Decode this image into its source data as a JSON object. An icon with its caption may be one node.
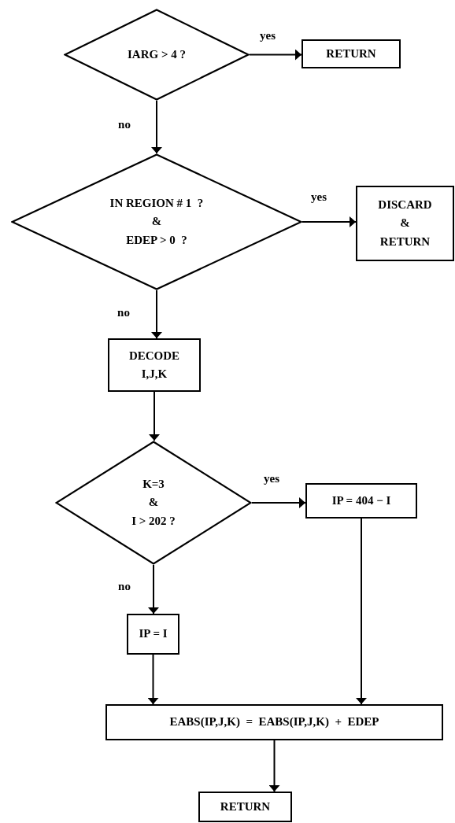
{
  "diagram": {
    "nodes": [
      {
        "text": [
          "IARG > 4 ?"
        ]
      },
      {
        "text": [
          "RETURN"
        ]
      },
      {
        "text": [
          "IN REGION # 1  ?",
          "&",
          "EDEP > 0  ?"
        ]
      },
      {
        "text": [
          "DISCARD",
          "&",
          "RETURN"
        ]
      },
      {
        "text": [
          "DECODE",
          "I,J,K"
        ]
      },
      {
        "text": [
          "K=3",
          "&",
          "I > 202 ?"
        ]
      },
      {
        "text": [
          "IP = 404 − I"
        ]
      },
      {
        "text": [
          "IP = I"
        ]
      },
      {
        "text": [
          "EABS(IP,J,K)  =  EABS(IP,J,K)  +  EDEP"
        ]
      },
      {
        "text": [
          "RETURN"
        ]
      }
    ],
    "edges": [
      {
        "from": 0,
        "to": 1,
        "arrow": "to",
        "label": "yes"
      },
      {
        "from": 0,
        "to": 2,
        "arrow": "to",
        "label": "no"
      },
      {
        "from": 2,
        "to": 3,
        "arrow": "to",
        "label": "yes"
      },
      {
        "from": 2,
        "to": 4,
        "arrow": "to",
        "label": "no"
      },
      {
        "from": 4,
        "to": 5,
        "arrow": "to"
      },
      {
        "from": 5,
        "to": 6,
        "arrow": "to",
        "label": "yes"
      },
      {
        "from": 5,
        "to": 7,
        "arrow": "to",
        "label": "no"
      },
      {
        "from": 7,
        "to": 8,
        "arrow": "to"
      },
      {
        "from": 6,
        "to": 8,
        "arrow": "to"
      },
      {
        "from": 8,
        "to": 9,
        "arrow": "to"
      }
    ]
  }
}
